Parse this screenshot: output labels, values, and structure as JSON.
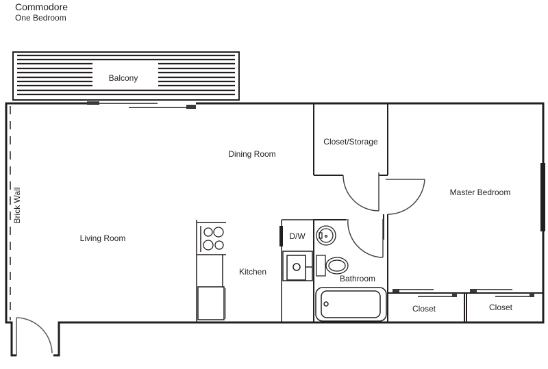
{
  "header": {
    "title": "Commodore",
    "subtitle": "One Bedroom"
  },
  "rooms": {
    "balcony": "Balcony",
    "dining_room": "Dining Room",
    "closet_storage": "Closet/Storage",
    "master_bedroom": "Master Bedroom",
    "living_room": "Living Room",
    "kitchen": "Kitchen",
    "dishwasher": "D/W",
    "bathroom": "Bathroom",
    "closet_1": "Closet",
    "closet_2": "Closet"
  },
  "annotations": {
    "brick_wall": "Brick Wall"
  },
  "colors": {
    "line": "#231f20",
    "fixture_fill": "#3a3a3a",
    "background": "#ffffff"
  }
}
